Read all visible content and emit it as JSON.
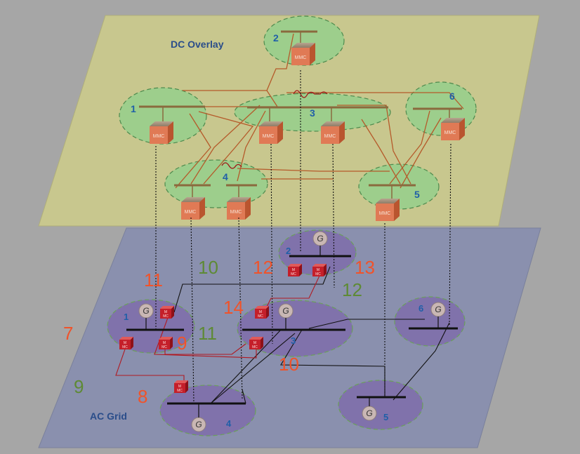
{
  "dc_overlay": {
    "title": "DC Overlay",
    "nodes": [
      {
        "id": "1",
        "mmc": "MMC"
      },
      {
        "id": "2",
        "mmc": "MMC"
      },
      {
        "id": "3",
        "mmc": "MMC"
      },
      {
        "id": "4",
        "mmc": "MMC"
      },
      {
        "id": "5",
        "mmc": "MMC"
      },
      {
        "id": "6",
        "mmc": "MMC"
      }
    ]
  },
  "ac_grid": {
    "title": "AC Grid",
    "nodes": [
      "1",
      "2",
      "3",
      "4",
      "5",
      "6"
    ],
    "generator_label": "G",
    "converter_label_top": "M",
    "converter_label_bottom": "MC",
    "red_line_labels": [
      "11",
      "12",
      "13",
      "14",
      "7",
      "9",
      "8",
      "10"
    ],
    "green_line_labels": [
      "10",
      "12",
      "11",
      "9"
    ]
  },
  "colors": {
    "dc_plane": "#c8c78e",
    "ac_plane": "#8a90ae",
    "zone": "#95cf8c",
    "zone_ac": "#7e6fab",
    "mmc": "#e07a55",
    "vsc": "#c41f2a",
    "dc_line": "#b55a2a",
    "red_label": "#f0532a",
    "green_label": "#5e8a35",
    "node_label": "#1f5fa8"
  }
}
